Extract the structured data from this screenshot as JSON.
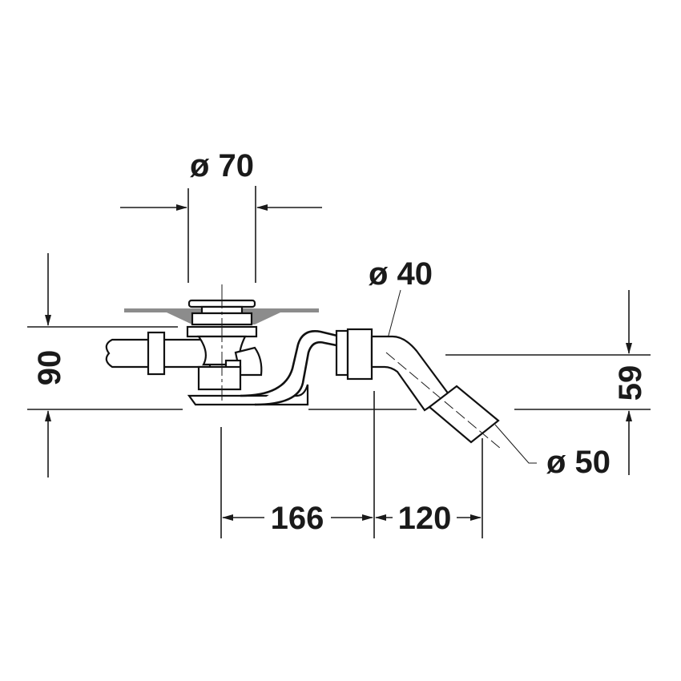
{
  "drawing": {
    "type": "technical dimension drawing",
    "subject": "bath drain/overflow trap",
    "colors": {
      "line": "#1a1a1a",
      "background": "#ffffff",
      "bath_rim": "#8c8c8c"
    }
  },
  "dimensions": {
    "drain_diameter": {
      "label": "ø 70"
    },
    "outlet_diameter": {
      "label": "ø 40"
    },
    "pipe_diameter": {
      "label": "ø 50"
    },
    "total_height": {
      "label": "90"
    },
    "outlet_height": {
      "label": "59"
    },
    "horizontal_to_outlet": {
      "label": "166"
    },
    "outlet_to_pipe": {
      "label": "120"
    }
  }
}
